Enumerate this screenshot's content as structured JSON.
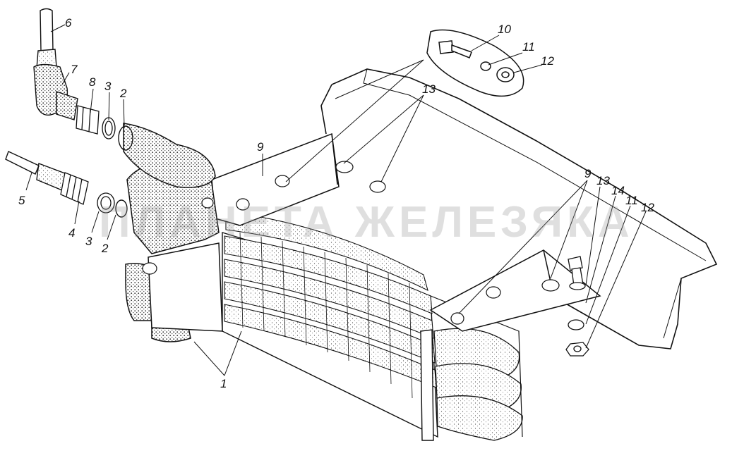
{
  "callouts": {
    "c1": "1",
    "c2a": "2",
    "c2b": "2",
    "c3a": "3",
    "c3b": "3",
    "c4": "4",
    "c5": "5",
    "c6": "6",
    "c7": "7",
    "c8": "8",
    "c9a": "9",
    "c9b": "9",
    "c10": "10",
    "c11a": "11",
    "c11b": "11",
    "c12a": "12",
    "c12b": "12",
    "c13a": "13",
    "c13b": "13",
    "c14": "14"
  },
  "watermark": "ПЛАНЕТА ЖЕЛЕЗЯКА",
  "colors": {
    "ink": "#111111",
    "paper": "#ffffff",
    "shade": "#9a9a9a",
    "watermark": "#969696"
  }
}
